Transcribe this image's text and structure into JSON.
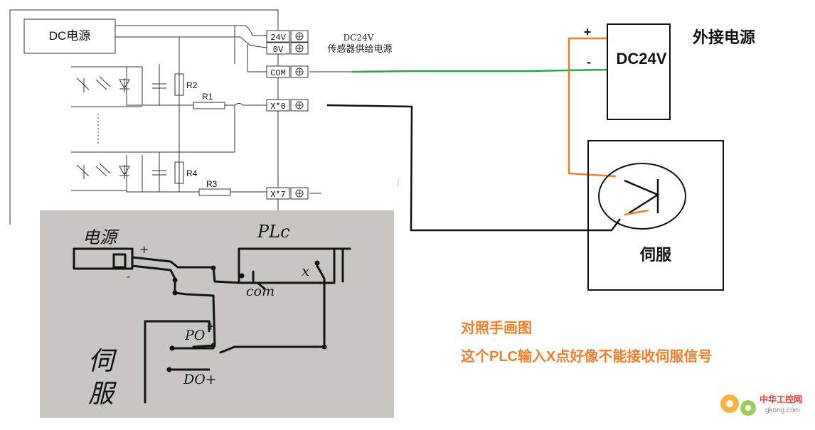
{
  "schematic": {
    "dc_supply_label": "DC电源",
    "terminals": [
      "24V",
      "0V",
      "COM",
      "X*0",
      "X*7"
    ],
    "sensor_supply_line1": "DC24V",
    "sensor_supply_line2": "传感器供给电源",
    "resistors": [
      "R2",
      "R1",
      "R4",
      "R3"
    ]
  },
  "external_supply": {
    "title": "外接电源",
    "plus": "+",
    "minus": "-",
    "voltage": "DC24V"
  },
  "servo": {
    "label": "伺服"
  },
  "sketch": {
    "supply": "电源",
    "plc": "PLc",
    "com": "com",
    "x": "x",
    "servo_line1": "伺",
    "servo_line2": "服",
    "po": "PO",
    "do": "DO+",
    "plus_marks": [
      "+",
      "-",
      "+"
    ]
  },
  "notes": {
    "line1": "对照手画图",
    "line2": "这个PLC输入X点好像不能接收伺服信号"
  },
  "watermark": {
    "site": "中华工控网",
    "url": "gkong.com"
  },
  "colors": {
    "green_wire": "#21a84a",
    "orange_wire": "#f07d2a",
    "note_text": "#f07d2a",
    "ink": "#111111"
  }
}
